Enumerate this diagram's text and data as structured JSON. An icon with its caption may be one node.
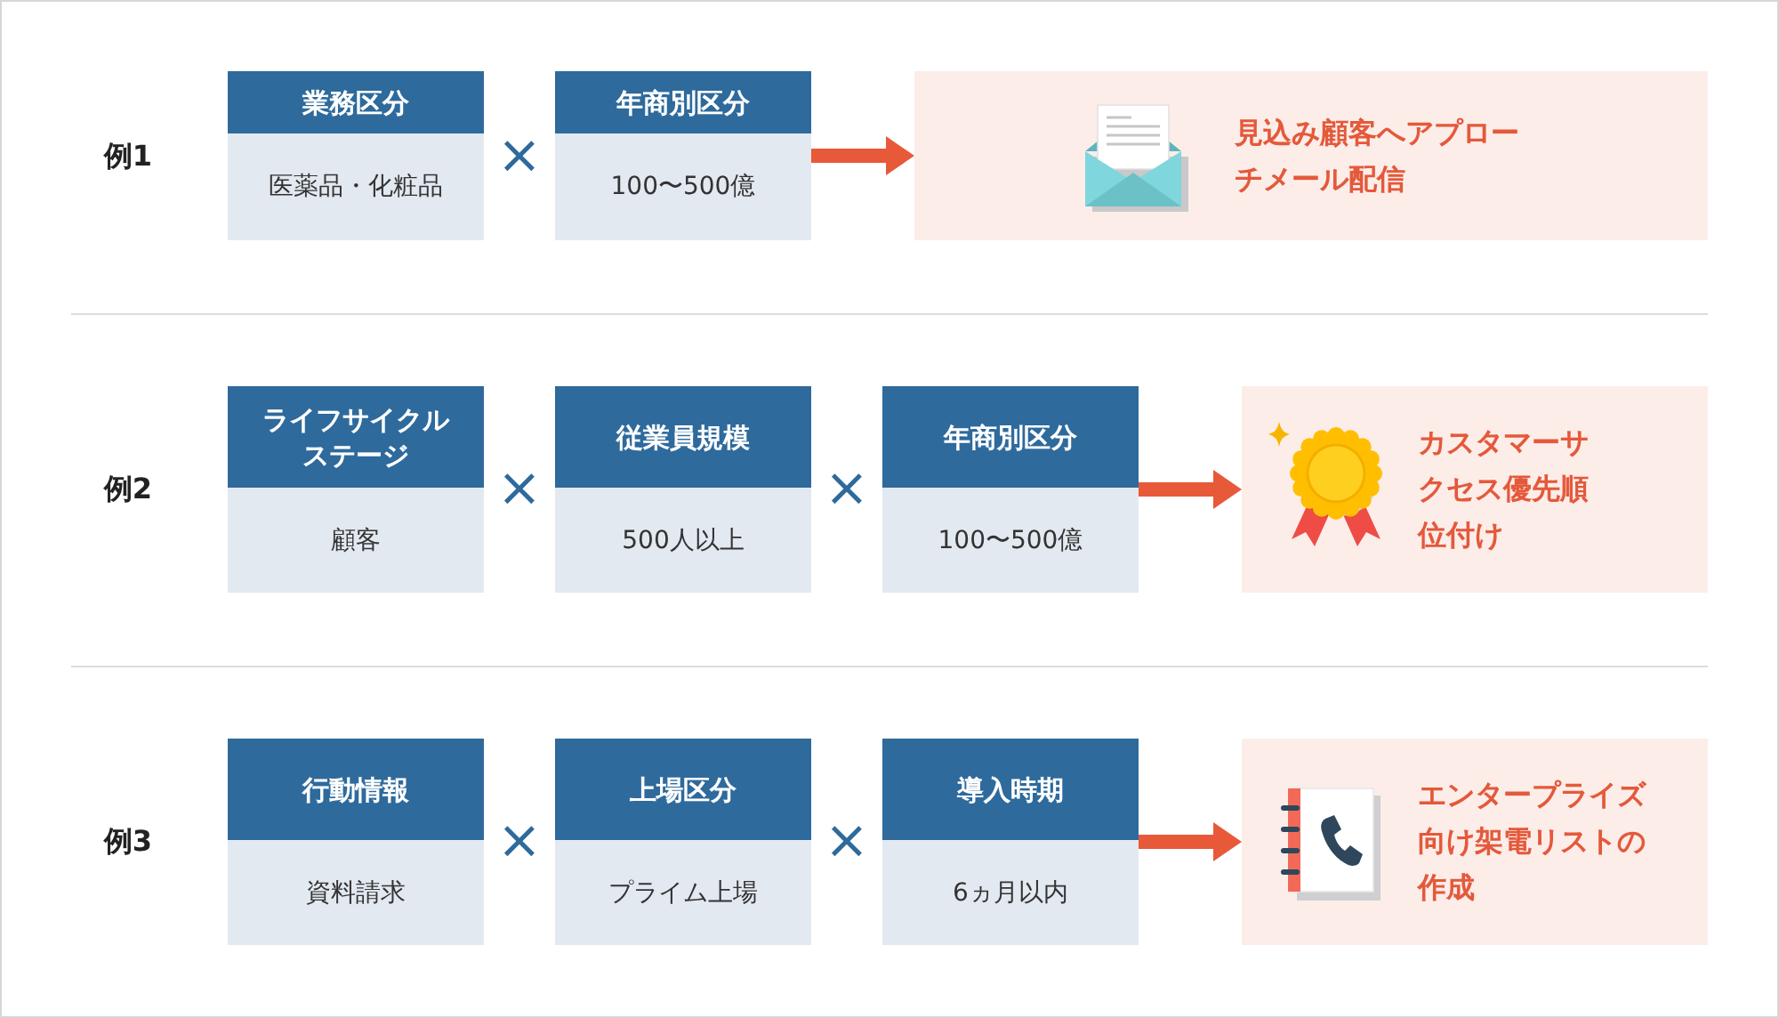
{
  "diagram": {
    "nodes": [
      {
        "text": [
          "業務区分",
          "医薬品・化粧品"
        ]
      },
      {
        "text": [
          "年商別区分",
          "100〜500億"
        ]
      },
      {
        "text": [
          "見込み顧客へアプローチメール配信"
        ]
      },
      {
        "text": [
          "ライフサイクルステージ",
          "顧客"
        ]
      },
      {
        "text": [
          "従業員規模",
          "500人以上"
        ]
      },
      {
        "text": [
          "年商別区分",
          "100〜500億"
        ]
      },
      {
        "text": [
          "カスタマーサクセス優先順位付け"
        ]
      },
      {
        "text": [
          "行動情報",
          "資料請求"
        ]
      },
      {
        "text": [
          "上場区分",
          "プライム上場"
        ]
      },
      {
        "text": [
          "導入時期",
          "6ヵ月以内"
        ]
      },
      {
        "text": [
          "エンタープライズ向け架電リストの作成"
        ]
      }
    ],
    "edges": [
      {
        "from": 1,
        "to": 2,
        "arrow": "to"
      },
      {
        "from": 5,
        "to": 6,
        "arrow": "to"
      },
      {
        "from": 9,
        "to": 10,
        "arrow": "to"
      }
    ],
    "labels": [
      "例1",
      "×",
      "例2",
      "×",
      "×",
      "例3",
      "×",
      "×"
    ]
  }
}
